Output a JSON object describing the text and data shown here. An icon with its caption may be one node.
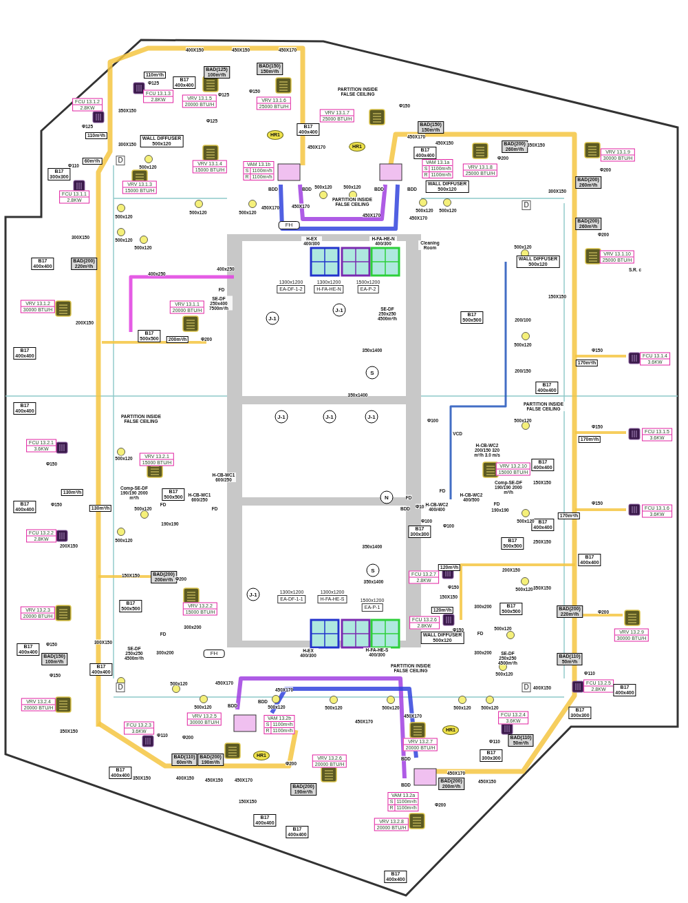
{
  "diagram": {
    "nodes": [
      {
        "text": [
          "BAD(125)",
          "100m³/h"
        ]
      },
      {
        "text": [
          "BAD(150)",
          "150m³/h"
        ]
      },
      {
        "text": [
          "110m³/h"
        ]
      },
      {
        "text": [
          "B17",
          "400x400"
        ]
      },
      {
        "text": [
          "FCU 13.1.3",
          "2.8KW"
        ]
      },
      {
        "text": [
          "VRV 13.1.5",
          "20000 BTU/H"
        ]
      },
      {
        "text": [
          "VRV 13.1.6",
          "25000 BTU/H"
        ]
      },
      {
        "text": [
          "FCU 13.1.2",
          "2.8KW"
        ]
      },
      {
        "text": [
          "VRV 13.1.7",
          "25000 BTU/H"
        ]
      },
      {
        "text": [
          "BAD(150)",
          "150m³/h"
        ]
      },
      {
        "text": [
          "110m³/h"
        ]
      },
      {
        "text": [
          "WALL DIFFUSER",
          "500x120"
        ]
      },
      {
        "text": [
          "HR1"
        ]
      },
      {
        "text": [
          "B17",
          "400x400"
        ]
      },
      {
        "text": [
          "HR1"
        ]
      },
      {
        "text": [
          "B17",
          "400x400"
        ]
      },
      {
        "text": [
          "BAD(200)",
          "260m³/h"
        ]
      },
      {
        "text": [
          "VRV 13.1.9",
          "30000 BTU/H"
        ]
      },
      {
        "text": [
          "60m³/h"
        ]
      },
      {
        "text": [
          "VRV 13.1.4",
          "15000 BTU/H"
        ]
      },
      {
        "text": [
          "VAM 13.1b",
          "S",
          "1100m³/h",
          "R",
          "1100m³/h"
        ]
      },
      {
        "text": [
          "VAM 13.1a",
          "S",
          "1100m³/h",
          "R",
          "1100m³/h"
        ]
      },
      {
        "text": [
          "VRV 13.1.8",
          "25000 BTU/H"
        ]
      },
      {
        "text": [
          "B17",
          "300x300"
        ]
      },
      {
        "text": [
          "BAD(200)",
          "260m³/h"
        ]
      },
      {
        "text": [
          "WALL DIFFUSER",
          "500x120"
        ]
      },
      {
        "text": [
          "VRV 13.1.3",
          "15000 BTU/H"
        ]
      },
      {
        "text": [
          "FCU 13.1.1",
          "2.8KW"
        ]
      },
      {
        "text": [
          "FH"
        ]
      },
      {
        "text": [
          "BAD(200)",
          "260m³/h"
        ]
      },
      {
        "text": [
          "B17",
          "400x400"
        ]
      },
      {
        "text": [
          "BAD(200)",
          "220m³/h"
        ]
      },
      {
        "text": [
          "VRV 13.1.10",
          "25000 BTU/H"
        ]
      },
      {
        "text": [
          "WALL DIFFUSER",
          "500x120"
        ]
      },
      {
        "text": [
          "1300x1200",
          "EA-DF-1-2"
        ]
      },
      {
        "text": [
          "1300x1200",
          "H-FA-HE-N"
        ]
      },
      {
        "text": [
          "1500x1200",
          "EA-P-2"
        ]
      },
      {
        "text": [
          "VRV 13.1.1",
          "20000 BTU/H"
        ]
      },
      {
        "text": [
          "VRV 13.1.2",
          "30000 BTU/H"
        ]
      },
      {
        "text": [
          "B17",
          "500x500"
        ]
      },
      {
        "text": [
          "B17",
          "500x500"
        ]
      },
      {
        "text": [
          "200m³/h"
        ]
      },
      {
        "text": [
          "B17",
          "400x400"
        ]
      },
      {
        "text": [
          "FCU 13.1.4",
          "3.6KW"
        ]
      },
      {
        "text": [
          "170m³/h"
        ]
      },
      {
        "text": [
          "B17",
          "400x400"
        ]
      },
      {
        "text": [
          "B17",
          "400x400"
        ]
      },
      {
        "text": [
          "FCU 13.1.5",
          "3.6KW"
        ]
      },
      {
        "text": [
          "170m³/h"
        ]
      },
      {
        "text": [
          "FCU 13.2.1",
          "3.6KW"
        ]
      },
      {
        "text": [
          "VRV 13.2.1",
          "15000 BTU/H"
        ]
      },
      {
        "text": [
          "VRV 13.2.10",
          "15000 BTU/H"
        ]
      },
      {
        "text": [
          "B17",
          "400x400"
        ]
      },
      {
        "text": [
          "130m³/h"
        ]
      },
      {
        "text": [
          "B17",
          "500x500"
        ]
      },
      {
        "text": [
          "B17",
          "400x400"
        ]
      },
      {
        "text": [
          "130m³/h"
        ]
      },
      {
        "text": [
          "FCU 13.1.6",
          "3.6KW"
        ]
      },
      {
        "text": [
          "170m³/h"
        ]
      },
      {
        "text": [
          "B17",
          "400x400"
        ]
      },
      {
        "text": [
          "B17",
          "300x300"
        ]
      },
      {
        "text": [
          "FCU 13.2.2",
          "2.8KW"
        ]
      },
      {
        "text": [
          "B17",
          "500x500"
        ]
      },
      {
        "text": [
          "B17",
          "400x400"
        ]
      },
      {
        "text": [
          "120m³/h"
        ]
      },
      {
        "text": [
          "FCU 13.2.7",
          "2.8KW"
        ]
      },
      {
        "text": [
          "BAD(200)",
          "200m³/h"
        ]
      },
      {
        "text": [
          "1300x1200",
          "EA-DF-1-1"
        ]
      },
      {
        "text": [
          "1300x1200",
          "H-FA-HE-S"
        ]
      },
      {
        "text": [
          "1500x1200",
          "EA-P-1"
        ]
      },
      {
        "text": [
          "B17",
          "500x500"
        ]
      },
      {
        "text": [
          "VRV 13.2.2",
          "15000 BTU/H"
        ]
      },
      {
        "text": [
          "B17",
          "500x500"
        ]
      },
      {
        "text": [
          "BAD(200)",
          "220m³/h"
        ]
      },
      {
        "text": [
          "120m³/h"
        ]
      },
      {
        "text": [
          "FCU 13.2.6",
          "2.8KW"
        ]
      },
      {
        "text": [
          "VRV 13.2.3",
          "20000 BTU/H"
        ]
      },
      {
        "text": [
          "VRV 13.2.9",
          "30000 BTU/H"
        ]
      },
      {
        "text": [
          "WALL DIFFUSER",
          "500x120"
        ]
      },
      {
        "text": [
          "B17",
          "400x400"
        ]
      },
      {
        "text": [
          "FH"
        ]
      },
      {
        "text": [
          "BAD(150)",
          "100m³/h"
        ]
      },
      {
        "text": [
          "BAD(110)",
          "50m³/h"
        ]
      },
      {
        "text": [
          "B17",
          "400x400"
        ]
      },
      {
        "text": [
          "FCU 13.2.5",
          "2.8KW"
        ]
      },
      {
        "text": [
          "B17",
          "400x400"
        ]
      },
      {
        "text": [
          "VRV 13.2.4",
          "20000 BTU/H"
        ]
      },
      {
        "text": [
          "B17",
          "300x300"
        ]
      },
      {
        "text": [
          "FCU 13.2.4",
          "3.6KW"
        ]
      },
      {
        "text": [
          "VRV 13.2.5",
          "30000 BTU/H"
        ]
      },
      {
        "text": [
          "VAM 13.2b",
          "S",
          "1100m³/h",
          "R",
          "1100m³/h"
        ]
      },
      {
        "text": [
          "FCU 13.2.3",
          "3.6KW"
        ]
      },
      {
        "text": [
          "HR1"
        ]
      },
      {
        "text": [
          "BAD(110)",
          "50m³/h"
        ]
      },
      {
        "text": [
          "VRV 13.2.7",
          "20000 BTU/H"
        ]
      },
      {
        "text": [
          "HR1"
        ]
      },
      {
        "text": [
          "B17",
          "300x300"
        ]
      },
      {
        "text": [
          "BAD(110)",
          "60m³/h"
        ]
      },
      {
        "text": [
          "BAD(200)",
          "190m³/h"
        ]
      },
      {
        "text": [
          "VRV 13.2.6",
          "20000 BTU/H"
        ]
      },
      {
        "text": [
          "B17",
          "400x400"
        ]
      },
      {
        "text": [
          "BAD(200)",
          "200m³/h"
        ]
      },
      {
        "text": [
          "BAD(200)",
          "190m³/h"
        ]
      },
      {
        "text": [
          "VAM 13.2a",
          "S",
          "1100m³/h",
          "R",
          "1100m³/h"
        ]
      },
      {
        "text": [
          "B17",
          "400x400"
        ]
      },
      {
        "text": [
          "VRV 13.2.8",
          "20000 BTU/H"
        ]
      },
      {
        "text": [
          "B17",
          "400x400"
        ]
      },
      {
        "text": [
          "B17",
          "400x400"
        ]
      },
      {
        "text": [
          "D"
        ]
      },
      {
        "text": [
          "D"
        ]
      },
      {
        "text": [
          "D"
        ]
      },
      {
        "text": [
          "D"
        ]
      },
      {
        "text": [
          "J-1"
        ]
      },
      {
        "text": [
          "J-1"
        ]
      },
      {
        "text": [
          "J-1"
        ]
      },
      {
        "text": [
          "J-1"
        ]
      },
      {
        "text": [
          "J-1"
        ]
      },
      {
        "text": [
          "J-1"
        ]
      },
      {
        "text": [
          "S"
        ]
      },
      {
        "text": [
          "S"
        ]
      },
      {
        "text": [
          "N"
        ]
      }
    ],
    "labels": [
      "400X150",
      "450X150",
      "450X170",
      "Φ125",
      "Φ125",
      "Φ150",
      "PARTITION INSIDE FALSE CEILING",
      "Φ150",
      "350X150",
      "Φ125",
      "Φ125",
      "450X170",
      "300X150",
      "450X150",
      "350X150",
      "450X170",
      "Φ200",
      "Φ110",
      "500x120",
      "Φ200",
      "BDD",
      "BDD",
      "500x120",
      "500x120",
      "BDD",
      "BDD",
      "300X150",
      "PARTITION INSIDE FALSE CEILING",
      "450X170",
      "450X170",
      "450X170",
      "500x120",
      "500x120",
      "500x120",
      "500x120",
      "450X170",
      "500x120",
      "Φ200",
      "300X150",
      "500x120",
      "500x120",
      "H-EX 400/300",
      "H-FA-HE-N 400/300",
      "Cleaning Room",
      "500x120",
      "400x250",
      "400x250",
      "S.R. c",
      "FD",
      "SE-DF 250x400 7500m³/h",
      "150X150",
      "SE-DF 250x250 4500m³/h",
      "200/100",
      "200X150",
      "Φ200",
      "350x1400",
      "500x120",
      "Φ150",
      "200/150",
      "350x1400",
      "PARTITION INSIDE FALSE CEILING",
      "PARTITION INSIDE FALSE CEILING",
      "Φ100",
      "500x120",
      "Φ150",
      "VCD",
      "H-CB-WC2 200/150 320 m³/h 3.0 m/s",
      "500x120",
      "Φ150",
      "H-CB-WC1 600/250",
      "150X150",
      "Comp-SE-DF 190/190 2000 m³/h",
      "Comp-SE-DF 190/190 2000 m³/h",
      "H-CB-WC1 600/250",
      "FD",
      "FD",
      "H-CB-WC2 400/500",
      "FD",
      "Φ150",
      "Φ150",
      "500x120",
      "FD",
      "FD",
      "BDD",
      "Φ100",
      "H-CB-WC2 400/400",
      "190x190",
      "Φ100",
      "500x120",
      "190x190",
      "Φ100",
      "200X150",
      "500x120",
      "350x1400",
      "250X150",
      "200X150",
      "150X150",
      "Φ200",
      "350x1400",
      "Φ150",
      "350X150",
      "500x120",
      "150X150",
      "300x200",
      "Φ200",
      "300x200",
      "500x120",
      "Φ150",
      "FD",
      "FD",
      "300X150",
      "Φ150",
      "300x200",
      "SE-DF 250x250 4500m³/h",
      "H-EX 400/300",
      "H-FA-HE-S 400/300",
      "300x200",
      "SE-DF 250x250 4500m³/h",
      "Φ150",
      "PARTITION INSIDE FALSE CEILING",
      "500x120",
      "Φ110",
      "500x120",
      "450X170",
      "400X150",
      "450X170",
      "BDD",
      "BDD",
      "500x120",
      "500x120",
      "500x120",
      "500x120",
      "500x120",
      "500x120",
      "450X170",
      "450X170",
      "350X150",
      "Φ110",
      "Φ200",
      "Φ110",
      "BDD",
      "Φ200",
      "450X170",
      "350X150",
      "400X150",
      "450X150",
      "450X170",
      "450X150",
      "BDD",
      "150X150",
      "Φ200"
    ]
  }
}
